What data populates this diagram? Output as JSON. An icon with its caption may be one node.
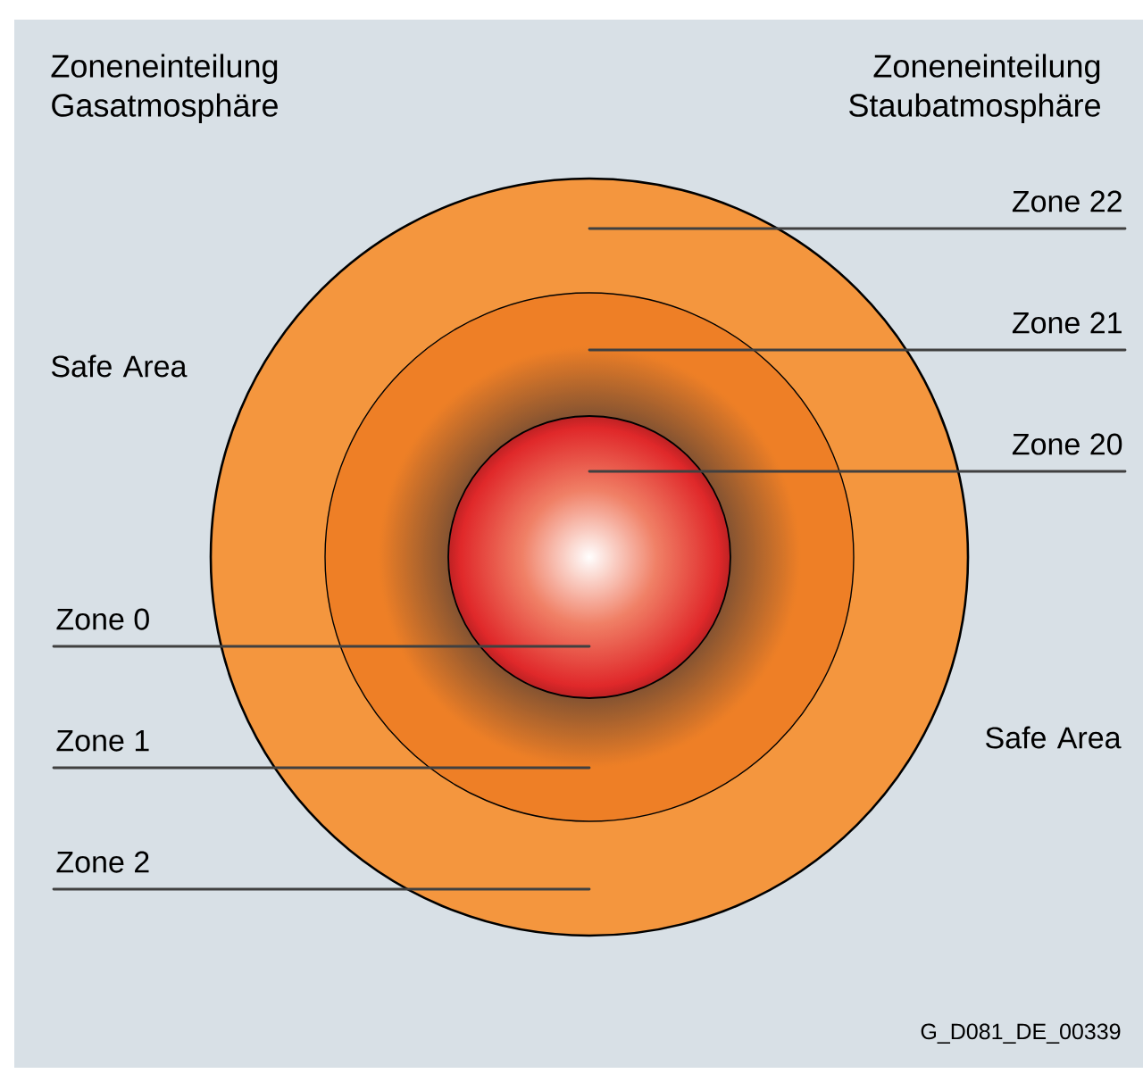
{
  "diagram": {
    "nodes": [
      {
        "text": [],
        "shape": "circle"
      },
      {
        "text": [],
        "shape": "circle",
        "in": 0
      },
      {
        "text": [],
        "shape": "circle",
        "in": 1
      },
      {
        "text": [
          "Zone 22"
        ]
      },
      {
        "text": [
          "Zone 21"
        ]
      },
      {
        "text": [
          "Zone 20"
        ]
      },
      {
        "text": [
          "Zone 0"
        ]
      },
      {
        "text": [
          "Zone 1"
        ]
      },
      {
        "text": [
          "Zone 2"
        ]
      }
    ],
    "edges": [
      {
        "from": 3,
        "to": 0,
        "arrow": "none"
      },
      {
        "from": 4,
        "to": 1,
        "arrow": "none"
      },
      {
        "from": 5,
        "to": 2,
        "arrow": "none"
      },
      {
        "from": 6,
        "to": 2,
        "arrow": "none"
      },
      {
        "from": 7,
        "to": 1,
        "arrow": "none"
      },
      {
        "from": 8,
        "to": 0,
        "arrow": "none"
      }
    ],
    "labels": [
      "Zoneneinteilung Gasatmosphäre",
      "Zoneneinteilung Staubatmosphäre",
      "Safe Area",
      "Safe Area",
      "G_D081_DE_00339"
    ]
  }
}
